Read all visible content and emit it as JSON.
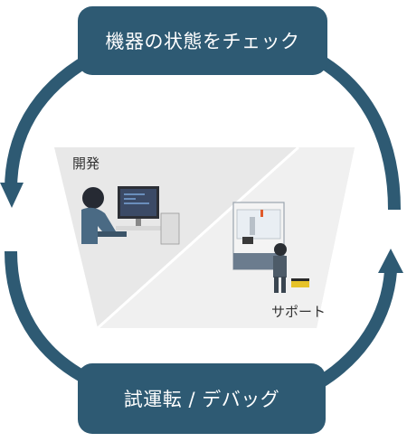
{
  "cycle": {
    "top_step": "機器の状態をチェック",
    "bottom_step": "試運転 / デバッグ",
    "dev_label": "開発",
    "support_label": "サポート"
  },
  "colors": {
    "accent": "#2e5a73",
    "panel": "#e6e6e6",
    "panel_light": "#f2f2f2"
  },
  "icons": [
    "developer-at-desk",
    "monitor",
    "pc-tower",
    "automated-machine",
    "technician",
    "toolbox",
    "arrow-left",
    "arrow-up"
  ]
}
